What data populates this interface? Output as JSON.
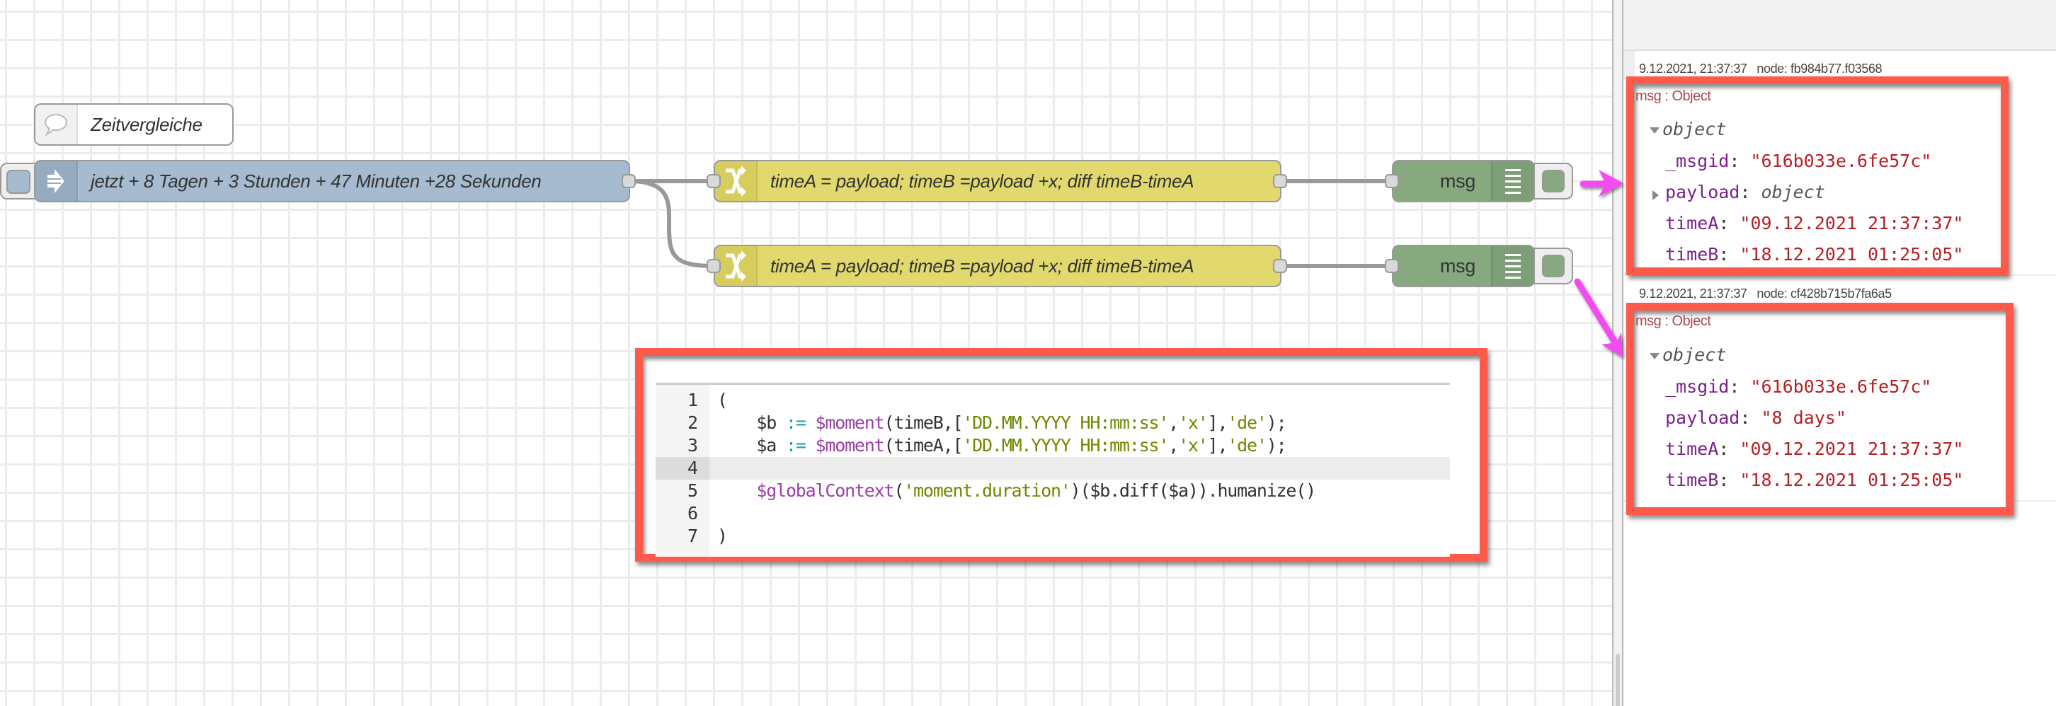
{
  "canvas": {
    "comment_node": {
      "label": "Zeitvergleiche",
      "icon": "comment-icon"
    },
    "inject_node": {
      "label": "jetzt + 8 Tagen + 3 Stunden + 47 Minuten +28 Sekunden",
      "icon": "inject-arrow-icon"
    },
    "change_nodes": [
      {
        "label": "timeA = payload; timeB =payload +x; diff timeB-timeA",
        "icon": "change-shuffle-icon"
      },
      {
        "label": "timeA = payload; timeB =payload +x; diff timeB-timeA",
        "icon": "change-shuffle-icon"
      }
    ],
    "debug_nodes": [
      {
        "label": "msg",
        "icon": "debug-list-icon"
      },
      {
        "label": "msg",
        "icon": "debug-list-icon"
      }
    ]
  },
  "code_editor": {
    "lines": [
      {
        "n": "1",
        "tokens": [
          {
            "t": "(",
            "c": "var"
          }
        ]
      },
      {
        "n": "2",
        "tokens": [
          {
            "t": "    $b ",
            "c": "var"
          },
          {
            "t": ":=",
            "c": "op"
          },
          {
            "t": " ",
            "c": "var"
          },
          {
            "t": "$moment",
            "c": "fn"
          },
          {
            "t": "(timeB,[",
            "c": "var"
          },
          {
            "t": "'DD.MM.YYYY HH:mm:ss'",
            "c": "str"
          },
          {
            "t": ",",
            "c": "var"
          },
          {
            "t": "'x'",
            "c": "str"
          },
          {
            "t": "],",
            "c": "var"
          },
          {
            "t": "'de'",
            "c": "str"
          },
          {
            "t": ");",
            "c": "var"
          }
        ]
      },
      {
        "n": "3",
        "tokens": [
          {
            "t": "    $a ",
            "c": "var"
          },
          {
            "t": ":=",
            "c": "op"
          },
          {
            "t": " ",
            "c": "var"
          },
          {
            "t": "$moment",
            "c": "fn"
          },
          {
            "t": "(timeA,[",
            "c": "var"
          },
          {
            "t": "'DD.MM.YYYY HH:mm:ss'",
            "c": "str"
          },
          {
            "t": ",",
            "c": "var"
          },
          {
            "t": "'x'",
            "c": "str"
          },
          {
            "t": "],",
            "c": "var"
          },
          {
            "t": "'de'",
            "c": "str"
          },
          {
            "t": ");",
            "c": "var"
          }
        ]
      },
      {
        "n": "4",
        "tokens": [],
        "active": true
      },
      {
        "n": "5",
        "tokens": [
          {
            "t": "    ",
            "c": "var"
          },
          {
            "t": "$globalContext",
            "c": "fn"
          },
          {
            "t": "(",
            "c": "var"
          },
          {
            "t": "'moment.duration'",
            "c": "str"
          },
          {
            "t": ")($b.diff($a)).humanize()",
            "c": "var"
          }
        ]
      },
      {
        "n": "6",
        "tokens": []
      },
      {
        "n": "7",
        "tokens": [
          {
            "t": ")",
            "c": "var"
          }
        ]
      }
    ]
  },
  "debug_sidebar": {
    "messages": [
      {
        "meta": "9.12.2021, 21:37:37   node: fb984b77.f03568",
        "type_label": "msg : Object",
        "root": "object",
        "props": [
          {
            "key": "_msgid",
            "value": "\"616b033e.6fe57c\"",
            "kind": "string"
          },
          {
            "key": "payload",
            "value": "object",
            "kind": "object",
            "expandable": true
          },
          {
            "key": "timeA",
            "value": "\"09.12.2021 21:37:37\"",
            "kind": "string"
          },
          {
            "key": "timeB",
            "value": "\"18.12.2021 01:25:05\"",
            "kind": "string"
          }
        ]
      },
      {
        "meta": "9.12.2021, 21:37:37   node: cf428b715b7fa6a5",
        "type_label": "msg : Object",
        "root": "object",
        "props": [
          {
            "key": "_msgid",
            "value": "\"616b033e.6fe57c\"",
            "kind": "string"
          },
          {
            "key": "payload",
            "value": "\"8 days\"",
            "kind": "string"
          },
          {
            "key": "timeA",
            "value": "\"09.12.2021 21:37:37\"",
            "kind": "string"
          },
          {
            "key": "timeB",
            "value": "\"18.12.2021 01:25:05\"",
            "kind": "string"
          }
        ]
      }
    ]
  },
  "colors": {
    "highlight_box": "#fd5a4c",
    "annotation_arrow": "#f34cf0",
    "inject": "#a6bbcf",
    "change": "#e2d96e",
    "debug": "#87a980"
  }
}
